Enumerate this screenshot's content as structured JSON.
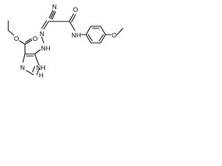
{
  "molecule": {
    "atom_labels": {
      "nitrile_n": "N",
      "amide_o": "O",
      "amide_nh": "NH",
      "methoxy_o": "O",
      "hydrazone_n": "N",
      "hydrazone_nh": "NH",
      "ester_carbonyl_o": "O",
      "ester_o": "O",
      "ring_n3": "N",
      "ring_nh": "NH",
      "ring_h": "H"
    }
  }
}
